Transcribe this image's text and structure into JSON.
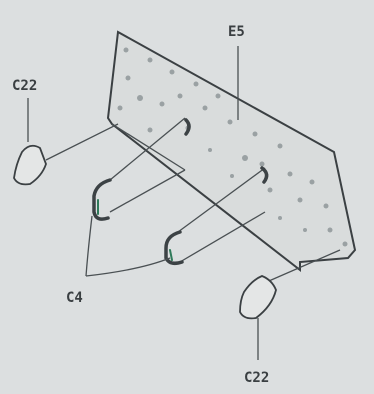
{
  "labels": {
    "plate": "E5",
    "cap_top": "C22",
    "clips": "C4",
    "cap_bottom": "C22"
  },
  "colors": {
    "background": "#dcdfe0",
    "outline": "#3b4043",
    "accent": "#2f7a5a"
  }
}
